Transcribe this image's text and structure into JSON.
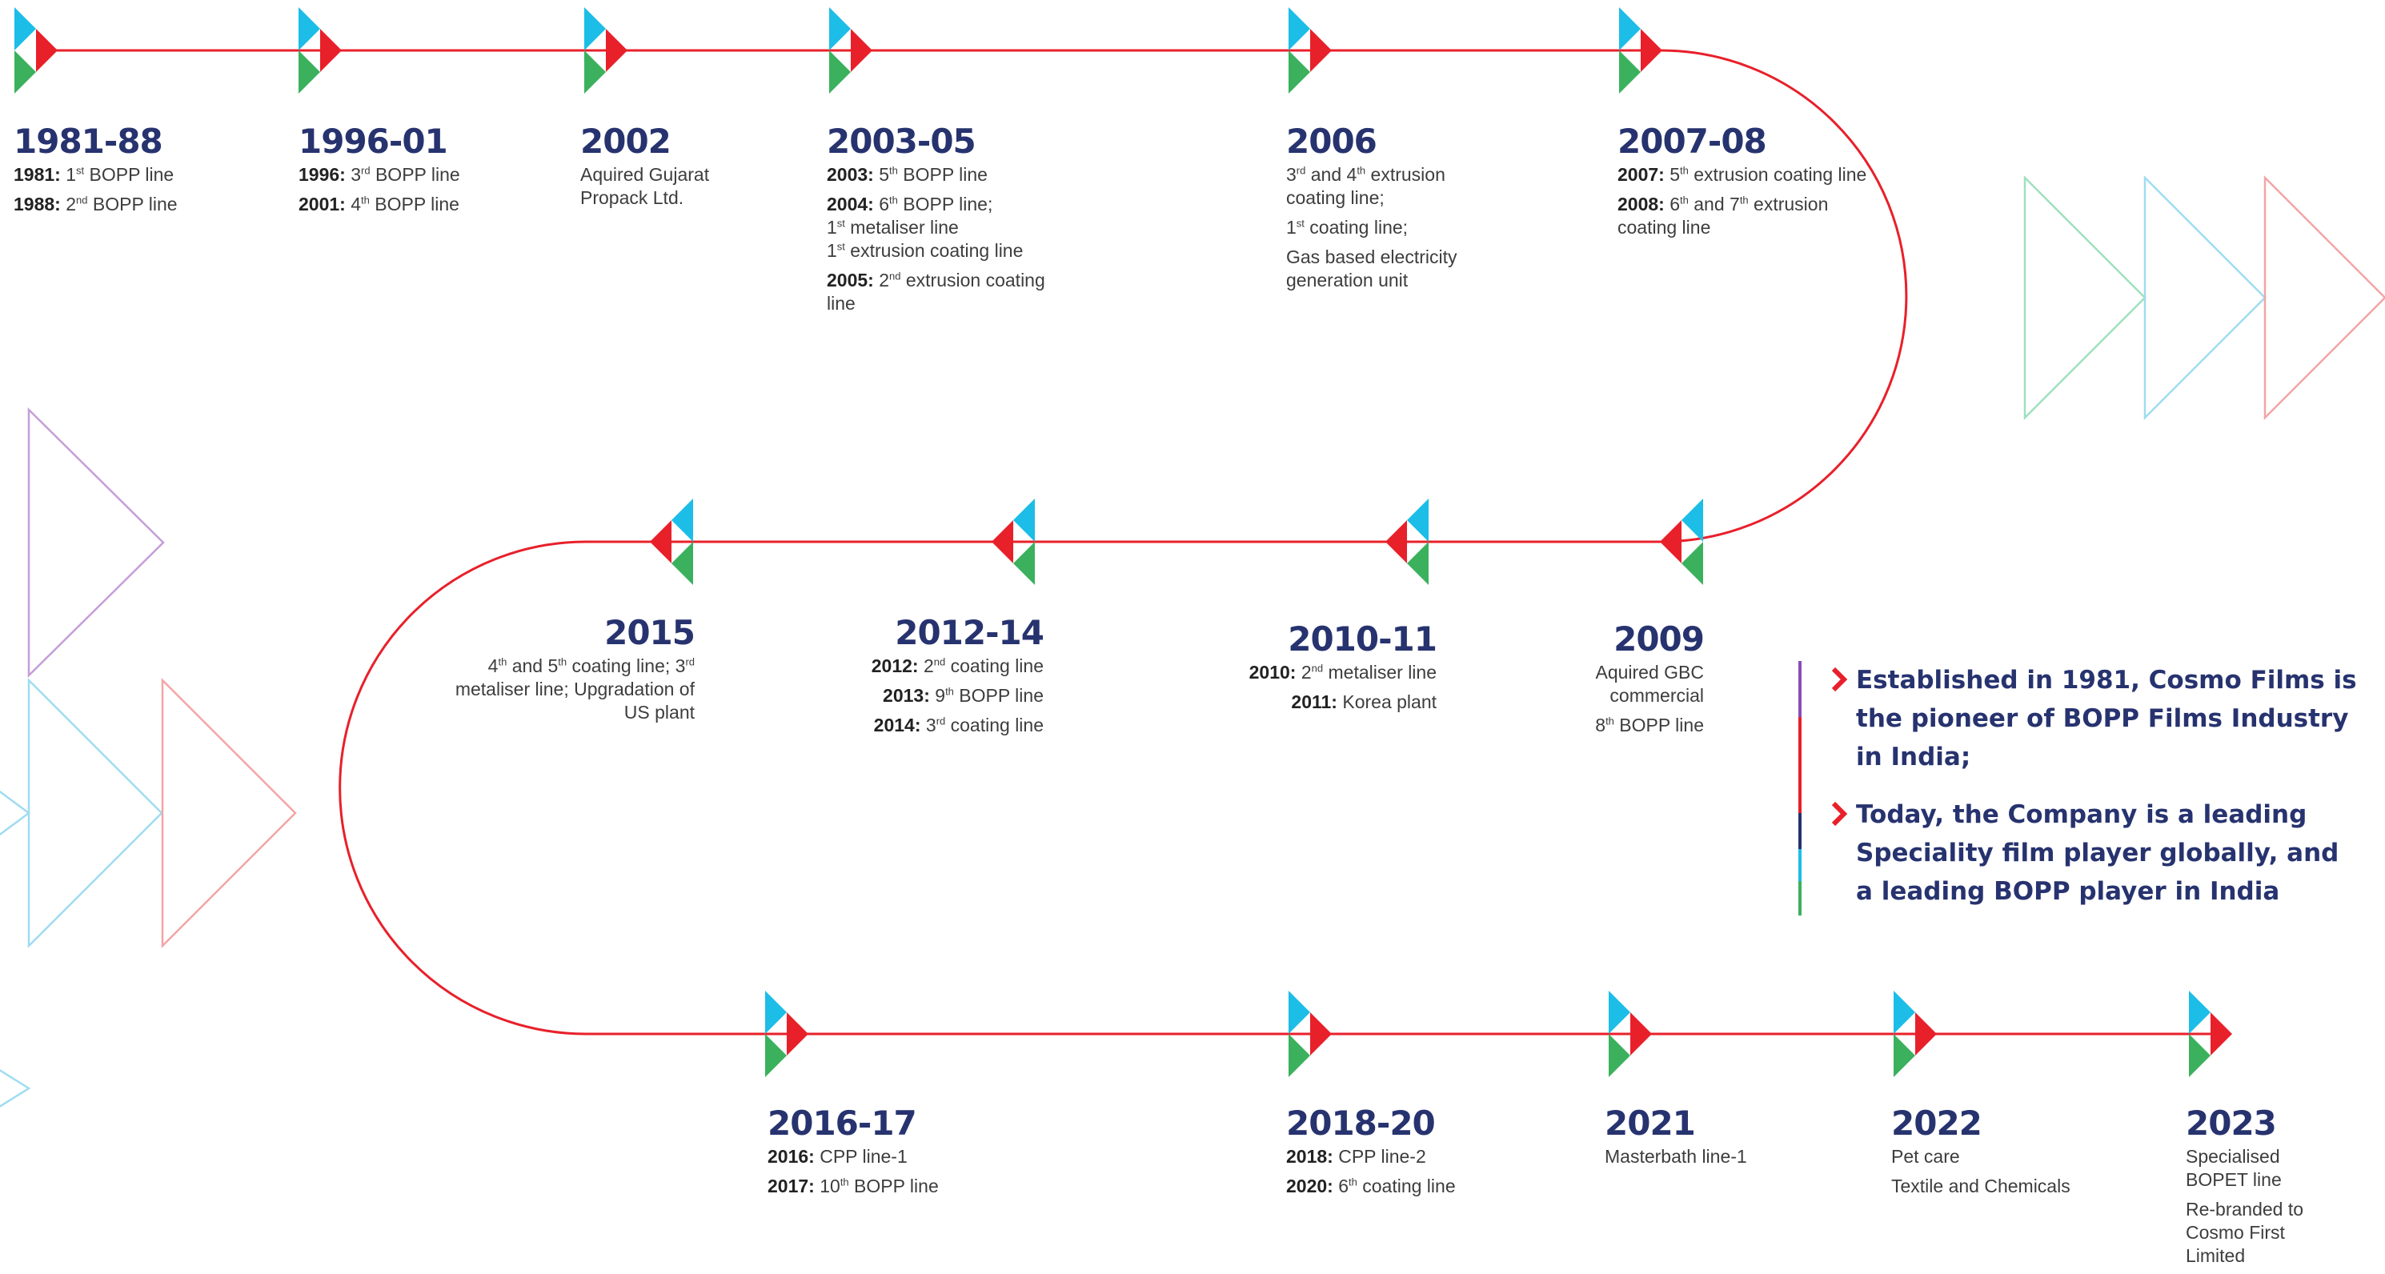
{
  "colors": {
    "path": "#e8202a",
    "navy": "#27336f",
    "cyan": "#1cbde7",
    "red": "#e8202a",
    "green": "#3bb15d",
    "decor_green": "#9fe0bd",
    "decor_cyan": "#9fdcf2",
    "decor_red": "#f4a5a5",
    "decor_purple": "#c59ed9"
  },
  "icons": [
    "triangle-marker-icon",
    "chevron-right-icon"
  ],
  "milestones": [
    {
      "year": "1981-88",
      "lines": [
        {
          "label": "1981:",
          "pre": " 1",
          "sup": "st",
          "post": " BOPP line"
        },
        {
          "label": "1988:",
          "pre": " 2",
          "sup": "nd",
          "post": " BOPP line"
        }
      ]
    },
    {
      "year": "1996-01",
      "lines": [
        {
          "label": "1996:",
          "pre": " 3",
          "sup": "rd",
          "post": " BOPP line"
        },
        {
          "label": "2001:",
          "pre": " 4",
          "sup": "th",
          "post": " BOPP line"
        }
      ]
    },
    {
      "year": "2002",
      "lines": [
        {
          "label": "",
          "pre": "Aquired Gujarat Propack Ltd.",
          "sup": "",
          "post": ""
        }
      ]
    },
    {
      "year": "2003-05",
      "lines": [
        {
          "label": "2003:",
          "pre": " 5",
          "sup": "th",
          "post": " BOPP line"
        },
        {
          "label": "2004:",
          "pre": " 6",
          "sup": "th",
          "post": " BOPP line;"
        },
        {
          "label": "",
          "pre": "1",
          "sup": "st",
          "post": " metaliser line"
        },
        {
          "label": "",
          "pre": "1",
          "sup": "st",
          "post": " extrusion coating line"
        },
        {
          "label": "2005:",
          "pre": " 2",
          "sup": "nd",
          "post": " extrusion coating line"
        }
      ]
    },
    {
      "year": "2006",
      "lines": [
        {
          "label": "",
          "pre": "3",
          "sup": "rd",
          "post": " and 4"
        },
        {
          "label": "",
          "pre": "",
          "sup": "th",
          "post": " extrusion coating line;"
        },
        {
          "label": "",
          "pre": "1",
          "sup": "st",
          "post": " coating line;"
        },
        {
          "label": "",
          "pre": "Gas based electricity generation unit",
          "sup": "",
          "post": ""
        }
      ]
    },
    {
      "year": "2007-08",
      "lines": [
        {
          "label": "2007:",
          "pre": " 5",
          "sup": "th",
          "post": " extrusion coating line"
        },
        {
          "label": "2008:",
          "pre": " 6",
          "sup": "th",
          "post": " and 7"
        },
        {
          "label": "",
          "pre": "",
          "sup": "th",
          "post": " extrusion coating line"
        }
      ]
    },
    {
      "year": "2015",
      "lines": [
        {
          "label": "",
          "pre": "4",
          "sup": "th",
          "post": " and 5"
        },
        {
          "label": "",
          "pre": "",
          "sup": "th",
          "post": " coating line; 3"
        },
        {
          "label": "",
          "pre": "",
          "sup": "rd",
          "post": " metaliser line; Upgradation of US plant"
        }
      ]
    },
    {
      "year": "2012-14",
      "lines": [
        {
          "label": "2012:",
          "pre": " 2",
          "sup": "nd",
          "post": " coating line"
        },
        {
          "label": "2013:",
          "pre": " 9",
          "sup": "th",
          "post": " BOPP line"
        },
        {
          "label": "2014:",
          "pre": " 3",
          "sup": "rd",
          "post": " coating line"
        }
      ]
    },
    {
      "year": "2010-11",
      "lines": [
        {
          "label": "2010:",
          "pre": " 2",
          "sup": "nd",
          "post": " metaliser line"
        },
        {
          "label": "2011:",
          "pre": " Korea plant",
          "sup": "",
          "post": ""
        }
      ]
    },
    {
      "year": "2009",
      "lines": [
        {
          "label": "",
          "pre": "Aquired GBC commercial",
          "sup": "",
          "post": ""
        },
        {
          "label": "",
          "pre": "8",
          "sup": "th",
          "post": " BOPP line"
        }
      ]
    },
    {
      "year": "2016-17",
      "lines": [
        {
          "label": "2016:",
          "pre": " CPP line-1",
          "sup": "",
          "post": ""
        },
        {
          "label": "2017:",
          "pre": " 10",
          "sup": "th",
          "post": " BOPP line"
        }
      ]
    },
    {
      "year": "2018-20",
      "lines": [
        {
          "label": "2018:",
          "pre": " CPP line-2",
          "sup": "",
          "post": ""
        },
        {
          "label": "2020:",
          "pre": " 6",
          "sup": "th",
          "post": " coating line"
        }
      ]
    },
    {
      "year": "2021",
      "lines": [
        {
          "label": "",
          "pre": "Masterbath line-1",
          "sup": "",
          "post": ""
        }
      ]
    },
    {
      "year": "2022",
      "lines": [
        {
          "label": "",
          "pre": "Pet care",
          "sup": "",
          "post": ""
        },
        {
          "label": "",
          "pre": "Textile and Chemicals",
          "sup": "",
          "post": ""
        }
      ]
    },
    {
      "year": "2023",
      "lines": [
        {
          "label": "",
          "pre": "Specialised BOPET line",
          "sup": "",
          "post": ""
        },
        {
          "label": "",
          "pre": "Re-branded to Cosmo First Limited",
          "sup": "",
          "post": ""
        }
      ]
    }
  ],
  "info": [
    {
      "text": "Established in 1981, Cosmo Films is the pioneer of BOPP Films Industry in India;"
    },
    {
      "text": "Today, the Company is a leading Speciality film player globally, and a leading BOPP player in India"
    }
  ]
}
